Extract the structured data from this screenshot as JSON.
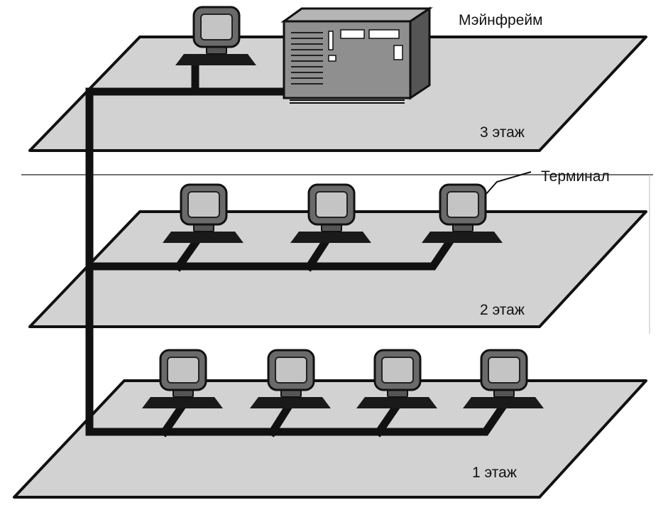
{
  "labels": {
    "mainframe": "Мэйнфрейм",
    "terminal": "Терминал",
    "floor3": "3 этаж",
    "floor2": "2 этаж",
    "floor1": "1 этаж"
  }
}
